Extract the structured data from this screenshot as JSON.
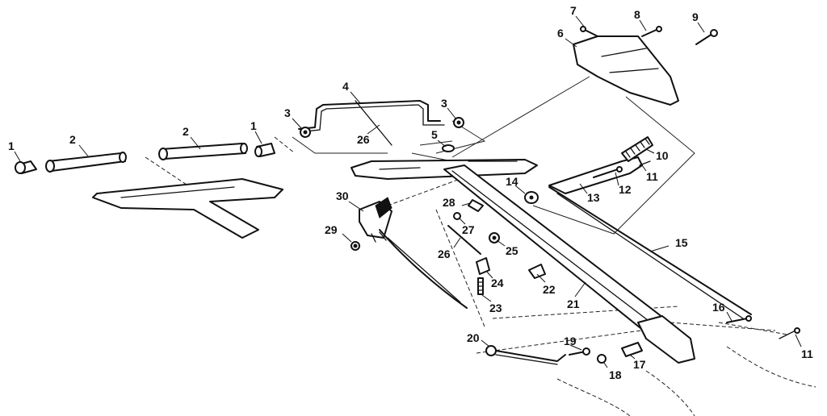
{
  "diagram": {
    "callouts": [
      "1",
      "2",
      "2",
      "1",
      "3",
      "26",
      "4",
      "3",
      "5",
      "6",
      "7",
      "8",
      "9",
      "10",
      "11",
      "12",
      "13",
      "14",
      "15",
      "30",
      "28",
      "27",
      "29",
      "26",
      "25",
      "24",
      "23",
      "22",
      "21",
      "20",
      "19",
      "18",
      "17",
      "16",
      "11"
    ]
  }
}
